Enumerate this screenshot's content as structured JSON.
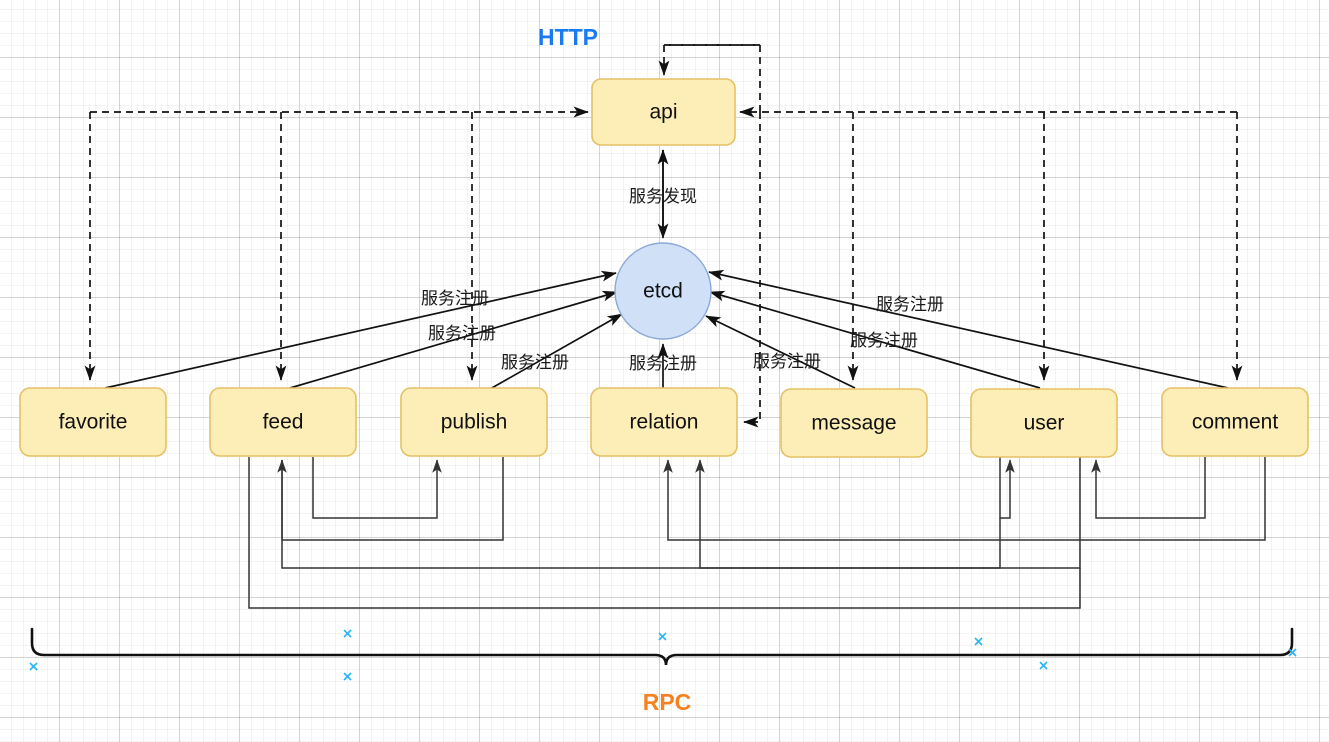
{
  "diagram": {
    "title_http": "HTTP",
    "title_rpc": "RPC",
    "gateway": {
      "id": "api",
      "label": "api"
    },
    "registry": {
      "id": "etcd",
      "label": "etcd"
    },
    "discovery_label": "服务发现",
    "register_label": "服务注册",
    "services": [
      {
        "id": "favorite",
        "label": "favorite"
      },
      {
        "id": "feed",
        "label": "feed"
      },
      {
        "id": "publish",
        "label": "publish"
      },
      {
        "id": "relation",
        "label": "relation"
      },
      {
        "id": "message",
        "label": "message"
      },
      {
        "id": "user",
        "label": "user"
      },
      {
        "id": "comment",
        "label": "comment"
      }
    ],
    "register_labels": [
      "服务注册",
      "服务注册",
      "服务注册",
      "服务注册",
      "服务注册",
      "服务注册",
      "服务注册"
    ],
    "colors": {
      "node_fill": "#fdeeb8",
      "node_stroke": "#e5c164",
      "registry_fill": "#cfe0f7",
      "registry_stroke": "#8aa9d6",
      "http_accent": "#1a7af0",
      "rpc_accent": "#f58220",
      "edge": "#111111",
      "handle": "#29b6f6"
    }
  }
}
